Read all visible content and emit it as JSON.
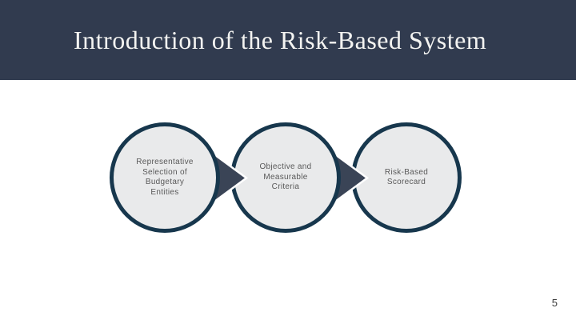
{
  "slide": {
    "title": "Introduction of the Risk-Based System",
    "page_number": "5"
  },
  "diagram": {
    "type": "process-flow",
    "steps": [
      {
        "label": "Representative\nSelection of\nBudgetary\nEntities"
      },
      {
        "label": "Objective and\nMeasurable\nCriteria"
      },
      {
        "label": "Risk-Based\nScorecard"
      }
    ],
    "connectors": [
      "arrow-right",
      "arrow-right"
    ]
  },
  "colors": {
    "header_bg": "#313b4f",
    "title_text": "#f3f3f1",
    "circle_border": "#17374d",
    "circle_fill": "#e9eaeb",
    "arrow_fill": "#3a4456",
    "arrow_stroke": "#ffffff",
    "step_text": "#595959",
    "page_number_text": "#3d3d3d",
    "body_bg": "#ffffff"
  }
}
